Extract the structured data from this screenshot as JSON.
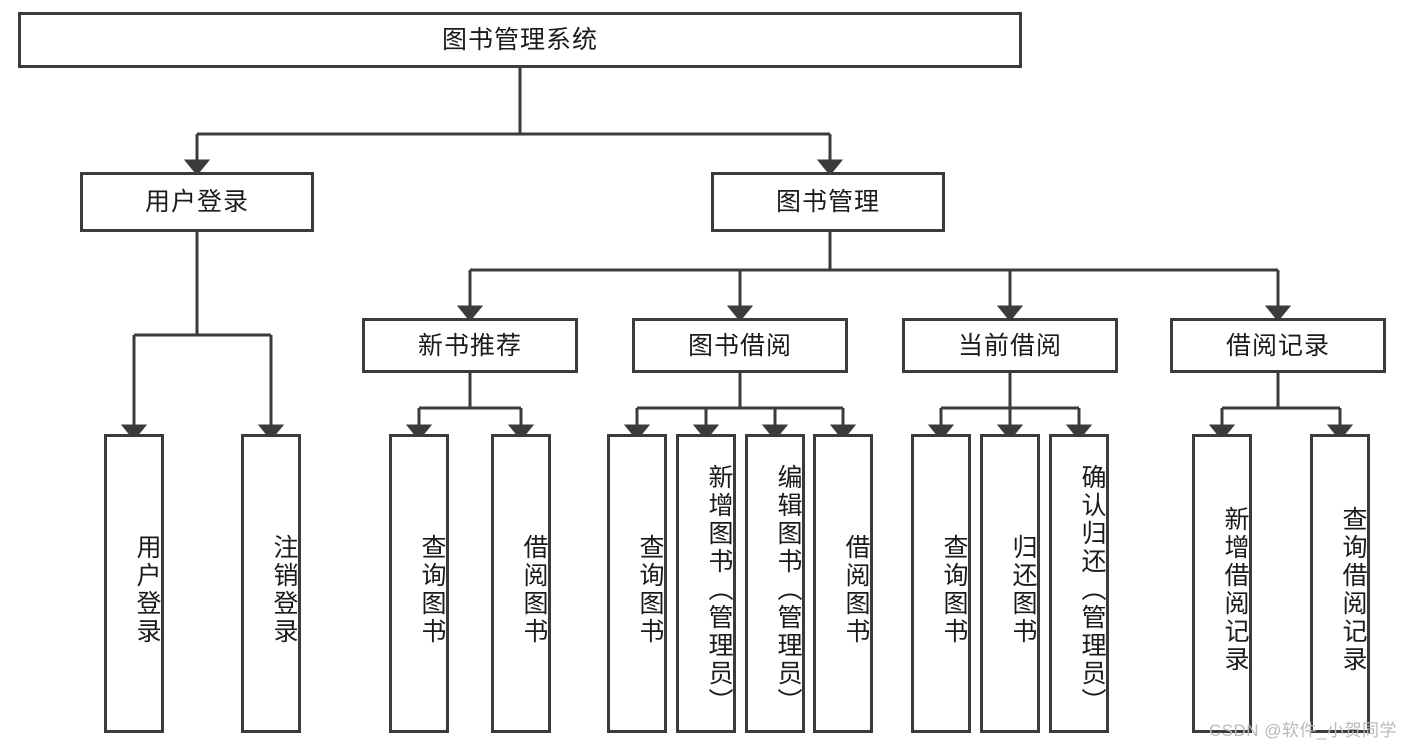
{
  "diagram": {
    "title": "图书管理系统",
    "type": "tree",
    "root": {
      "label": "图书管理系统"
    },
    "level2": [
      {
        "label": "用户登录"
      },
      {
        "label": "图书管理"
      }
    ],
    "level3": [
      {
        "label": "新书推荐"
      },
      {
        "label": "图书借阅"
      },
      {
        "label": "当前借阅"
      },
      {
        "label": "借阅记录"
      }
    ],
    "leaves": {
      "user_login": [
        {
          "label": "用户登录"
        },
        {
          "label": "注销登录"
        }
      ],
      "new_book_recommend": [
        {
          "label": "查询图书"
        },
        {
          "label": "借阅图书"
        }
      ],
      "book_borrow": [
        {
          "label": "查询图书"
        },
        {
          "label": "新增图书（管理员）"
        },
        {
          "label": "编辑图书（管理员）"
        },
        {
          "label": "借阅图书"
        }
      ],
      "current_borrow": [
        {
          "label": "查询图书"
        },
        {
          "label": "归还图书"
        },
        {
          "label": "确认归还（管理员）"
        }
      ],
      "borrow_record": [
        {
          "label": "新增借阅记录"
        },
        {
          "label": "查询借阅记录"
        }
      ]
    },
    "watermark": "CSDN @软件_小贺同学",
    "colors": {
      "stroke": "#3b3b3b",
      "fill": "#ffffff",
      "text": "#1b1b1b",
      "watermark": "#b9b9b9"
    }
  }
}
